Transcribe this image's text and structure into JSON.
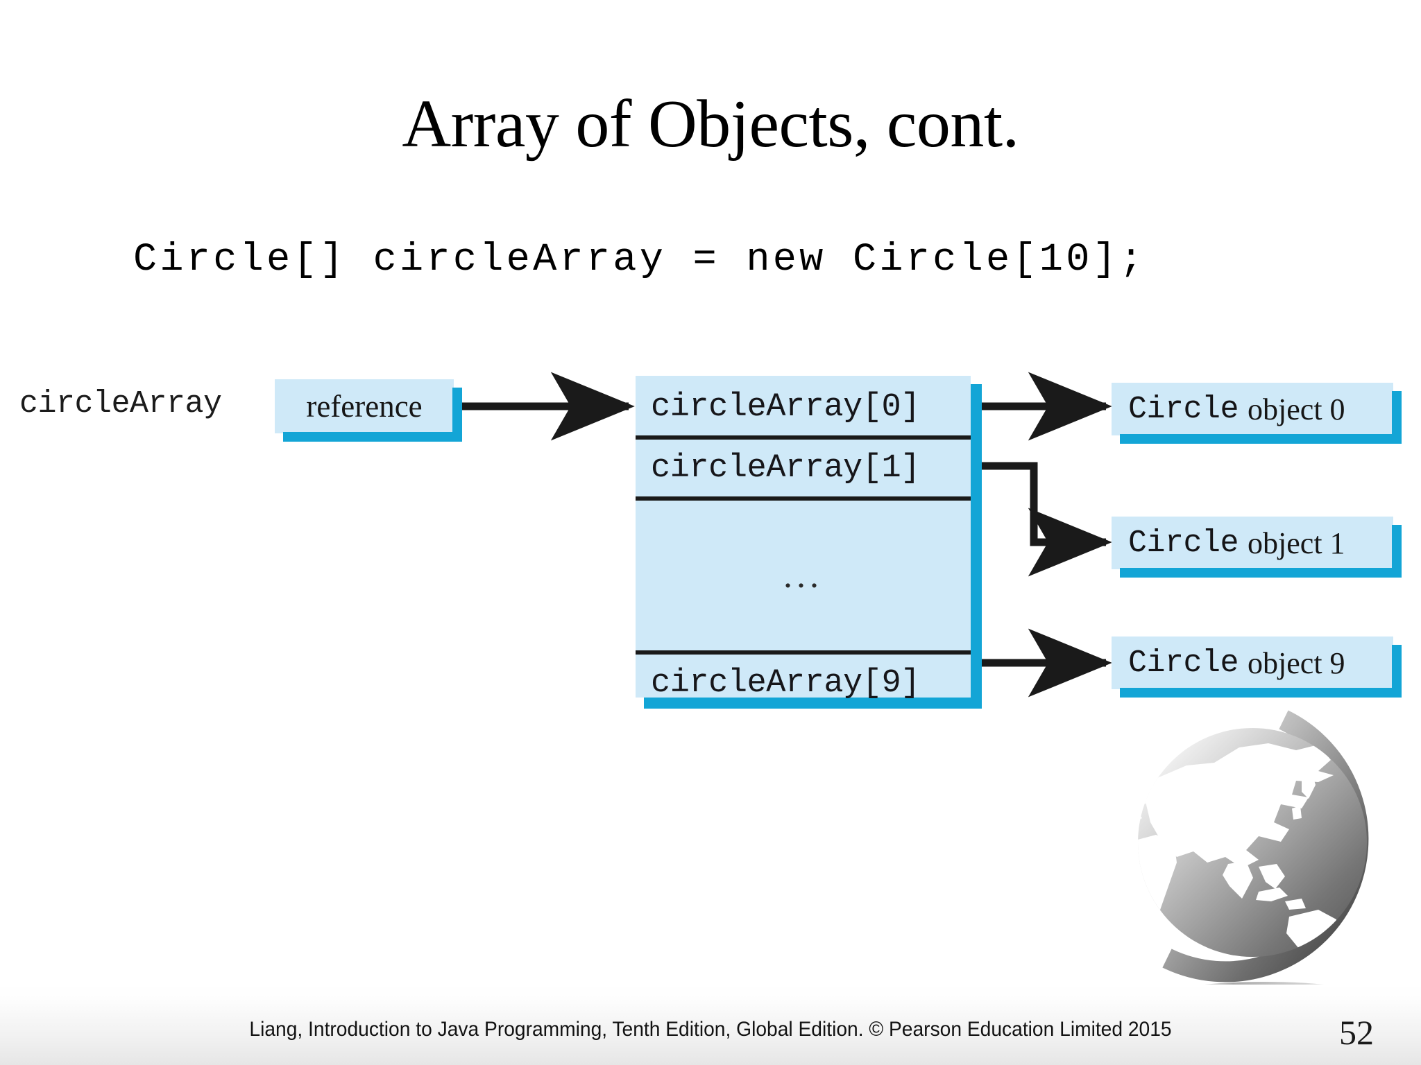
{
  "slide": {
    "title": "Array of Objects, cont.",
    "code_line": "Circle[] circleArray = new Circle[10];",
    "page_number": "52",
    "footer_text": "Liang, Introduction to Java Programming, Tenth Edition, Global Edition. © Pearson Education Limited 2015",
    "colors": {
      "box_fill": "#cfe9f8",
      "box_shadow": "#13a5d6",
      "line": "#1a1a1a",
      "background": "#ffffff"
    }
  },
  "diagram": {
    "variable_label": "circleArray",
    "reference_box_label": "reference",
    "array_cells": [
      {
        "label": "circleArray[0]"
      },
      {
        "label": "circleArray[1]"
      },
      {
        "label": "..."
      },
      {
        "label": "circleArray[9]"
      }
    ],
    "objects": [
      {
        "class_name": "Circle",
        "object_label": "object 0"
      },
      {
        "class_name": "Circle",
        "object_label": "object 1"
      },
      {
        "class_name": "Circle",
        "object_label": "object 9"
      }
    ],
    "connectors": [
      {
        "from": "reference",
        "to": "circleArray[0]",
        "style": "straight-arrow"
      },
      {
        "from": "circleArray[0]",
        "to": "Circle object 0",
        "style": "straight-arrow"
      },
      {
        "from": "circleArray[1]",
        "to": "Circle object 1",
        "style": "elbow-arrow"
      },
      {
        "from": "circleArray[9]",
        "to": "Circle object 9",
        "style": "straight-arrow"
      }
    ]
  },
  "logo": {
    "name": "pearson-globe-logo"
  }
}
